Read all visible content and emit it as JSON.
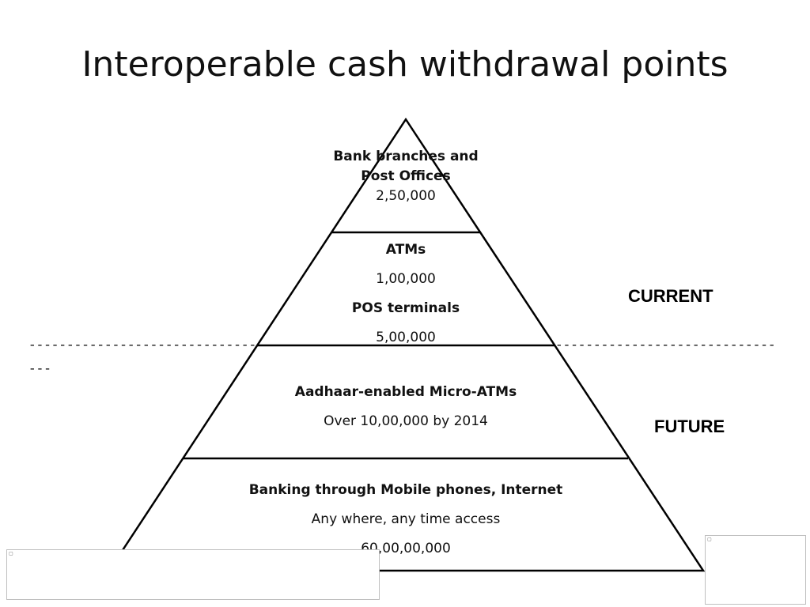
{
  "title": "Interoperable cash withdrawal points",
  "tiers": [
    {
      "heading": "Bank branches and Post Offices",
      "heading_line1": "Bank branches and",
      "heading_line2": "Post Offices",
      "value": "2,50,000"
    },
    {
      "heading1": "ATMs",
      "value1": "1,00,000",
      "heading2": "POS terminals",
      "value2": "5,00,000"
    },
    {
      "heading": "Aadhaar-enabled Micro-ATMs",
      "value": "Over 10,00,000 by 2014"
    },
    {
      "heading": "Banking through Mobile phones, Internet",
      "value1": "Any where, any time access",
      "value2": "60,00,00,000"
    }
  ],
  "labels": {
    "current": "CURRENT",
    "future": "FUTURE"
  },
  "divider": {
    "left_dashes": "-----------------------------------",
    "right_dashes": "-----------------------------",
    "wrap_dashes": "---"
  }
}
